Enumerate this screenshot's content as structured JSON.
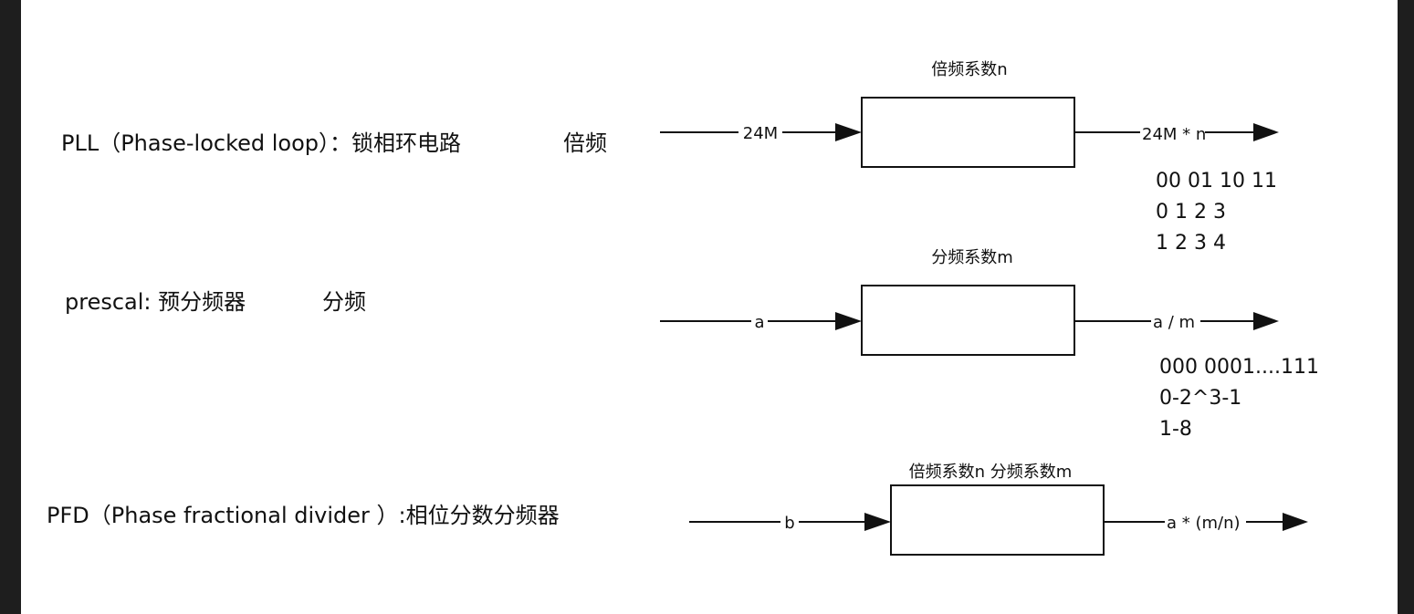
{
  "colors": {
    "frame": "#1e1e1e",
    "canvas": "#ffffff",
    "ink": "#111111"
  },
  "pll": {
    "label": "PLL（Phase-locked loop）：锁相环电路",
    "tag": "倍频",
    "block_title": "倍频系数n",
    "input": "24M",
    "output": "24M * n",
    "notes": [
      "00 01 10 11",
      "0  1  2 3",
      "1   2  3 4"
    ]
  },
  "prescal": {
    "label": "prescal: 预分频器",
    "tag": "分频",
    "block_title": "分频系数m",
    "input": "a",
    "output": "a / m",
    "notes": [
      "000 0001....111",
      "0-2^3-1",
      "1-8"
    ]
  },
  "pfd": {
    "label": "PFD（Phase fractional divider ）:相位分数分频器",
    "block_title": "倍频系数n 分频系数m",
    "input": "b",
    "output": "a * (m/n)"
  }
}
